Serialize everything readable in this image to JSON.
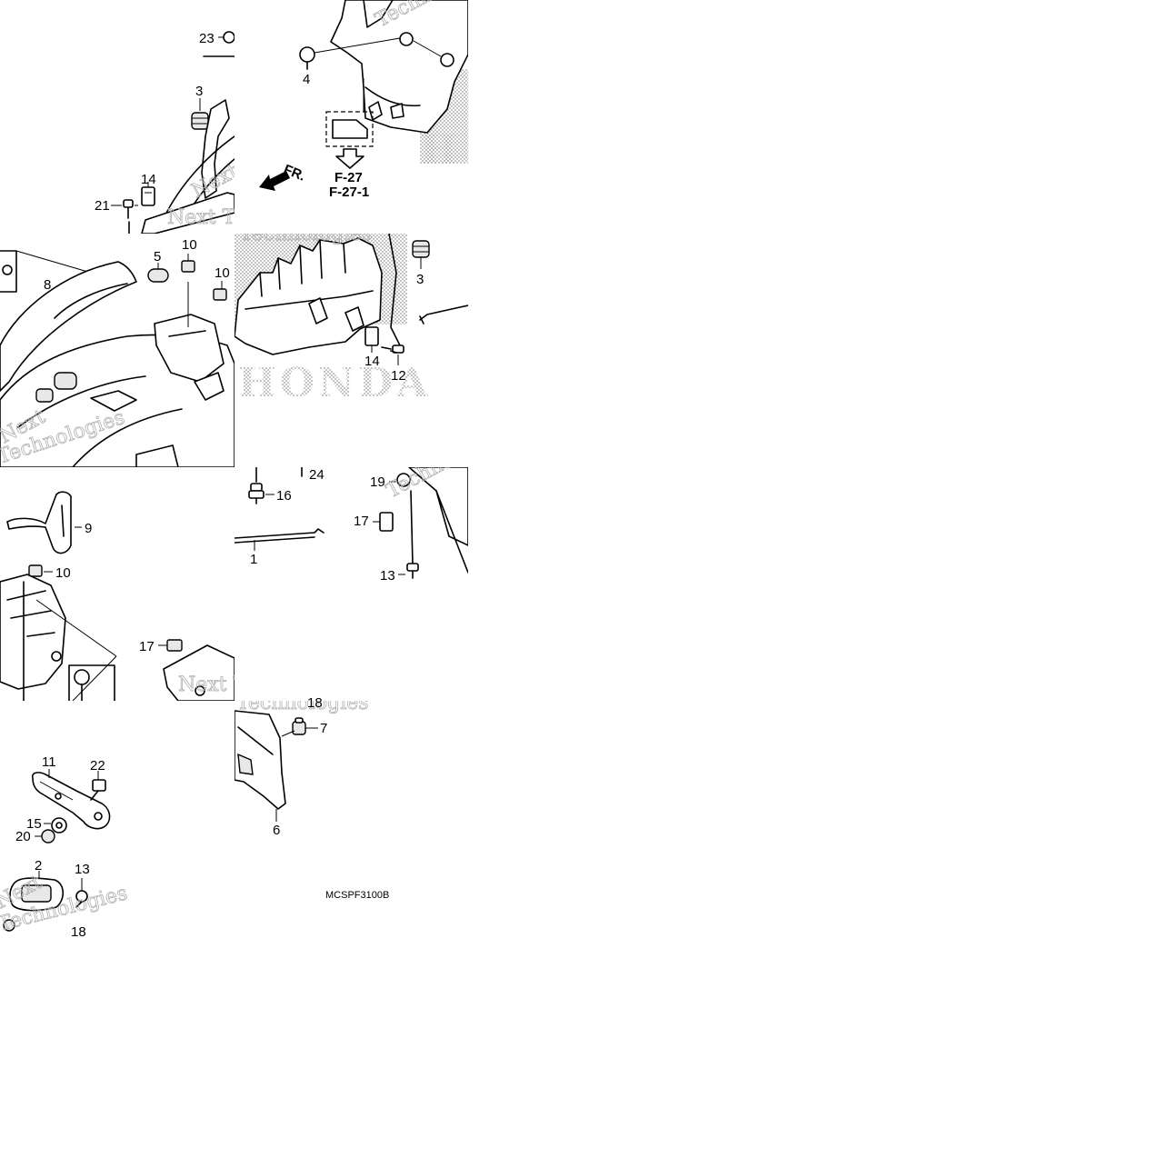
{
  "callouts": [
    {
      "id": "c23",
      "text": "23"
    },
    {
      "id": "c3a",
      "text": "3"
    },
    {
      "id": "c14a",
      "text": "14"
    },
    {
      "id": "c21",
      "text": "21"
    },
    {
      "id": "c4",
      "text": "4"
    },
    {
      "id": "c5",
      "text": "5"
    },
    {
      "id": "c10a",
      "text": "10"
    },
    {
      "id": "c10b",
      "text": "10"
    },
    {
      "id": "c8",
      "text": "8"
    },
    {
      "id": "c3b",
      "text": "3"
    },
    {
      "id": "c14b",
      "text": "14"
    },
    {
      "id": "c12",
      "text": "12"
    },
    {
      "id": "c9",
      "text": "9"
    },
    {
      "id": "c10c",
      "text": "10"
    },
    {
      "id": "c16",
      "text": "16"
    },
    {
      "id": "c24",
      "text": "24"
    },
    {
      "id": "c1",
      "text": "1"
    },
    {
      "id": "c19",
      "text": "19"
    },
    {
      "id": "c17a",
      "text": "17"
    },
    {
      "id": "c13a",
      "text": "13"
    },
    {
      "id": "c17b",
      "text": "17"
    },
    {
      "id": "c18a",
      "text": "18"
    },
    {
      "id": "c7",
      "text": "7"
    },
    {
      "id": "c11",
      "text": "11"
    },
    {
      "id": "c22",
      "text": "22"
    },
    {
      "id": "c15",
      "text": "15"
    },
    {
      "id": "c20",
      "text": "20"
    },
    {
      "id": "c6",
      "text": "6"
    },
    {
      "id": "c2",
      "text": "2"
    },
    {
      "id": "c13b",
      "text": "13"
    },
    {
      "id": "c18b",
      "text": "18"
    }
  ],
  "direction_label": "FR.",
  "page_refs": [
    "F-27",
    "F-27-1"
  ],
  "diagram_code": "MCSPF3100B",
  "watermarks": [
    "Technologies",
    "Next",
    "Next Tec",
    "Techno",
    "Next Te"
  ],
  "brand_mark": "HONDA",
  "colors": {
    "line": "#000000",
    "background": "#ffffff",
    "watermark": "#b0b0b0",
    "stipple": "#9a9a9a"
  }
}
